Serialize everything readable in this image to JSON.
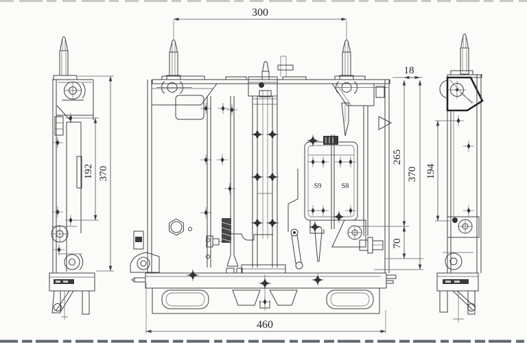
{
  "page": {
    "background": "#fbfbf9",
    "top_edge_color": "#c7c7c4",
    "bottom_edge_color": "#5d6670"
  },
  "drawing": {
    "line_color": "#3d3d3d",
    "text_color": "#232323",
    "dimensions": {
      "top_span": "300",
      "top_right_offset": "18",
      "left_inner_height": "192",
      "left_overall_height": "370",
      "front_inner_height": "265",
      "front_overall_height": "370",
      "right_view_height": "194",
      "lower_right_height": "70",
      "base_width": "460"
    },
    "switch_labels": {
      "left": "S9",
      "right": "S8"
    }
  }
}
